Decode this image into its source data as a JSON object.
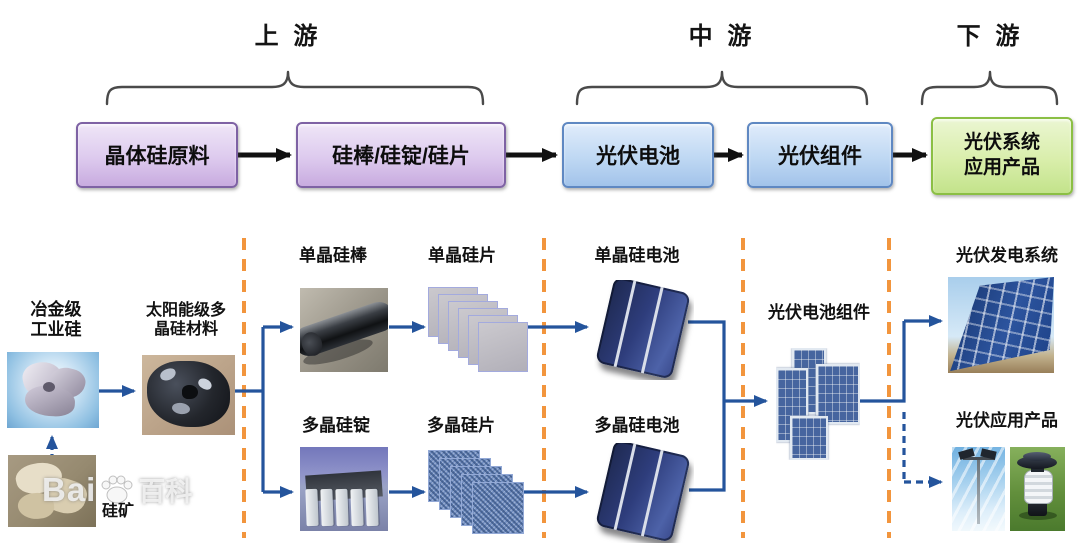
{
  "sections": {
    "upstream": "上 游",
    "midstream": "中 游",
    "downstream": "下 游"
  },
  "chain_boxes": {
    "raw_material": "晶体硅原料",
    "rod_ingot_wafer": "硅棒/硅锭/硅片",
    "pv_cell": "光伏电池",
    "pv_module": "光伏组件",
    "pv_system_products": "光伏系统\n应用产品"
  },
  "flow_labels": {
    "silicon_ore": "硅矿",
    "metallurgical_silicon": "冶金级\n工业硅",
    "solar_grade_poly": "太阳能级多\n晶硅材料",
    "mono_rod": "单晶硅棒",
    "mono_wafer": "单晶硅片",
    "poly_ingot": "多晶硅锭",
    "poly_wafer": "多晶硅片",
    "mono_cell": "单晶硅电池",
    "poly_cell": "多晶硅电池",
    "pv_cell_module": "光伏电池组件",
    "pv_power_system": "光伏发电系统",
    "pv_application_products": "光伏应用产品"
  },
  "watermark": {
    "latin": "Bai",
    "cjk": "百科"
  },
  "colors": {
    "upstream_box_fill": "#ddcaee",
    "upstream_box_border": "#7e62a4",
    "midstream_box_fill": "#bfd8f3",
    "midstream_box_border": "#5f88c2",
    "downstream_box_fill": "#d9eeab",
    "downstream_box_border": "#8bbf44",
    "flow_line": "#24549c",
    "divider": "#f2953d",
    "top_arrow": "#111111"
  }
}
